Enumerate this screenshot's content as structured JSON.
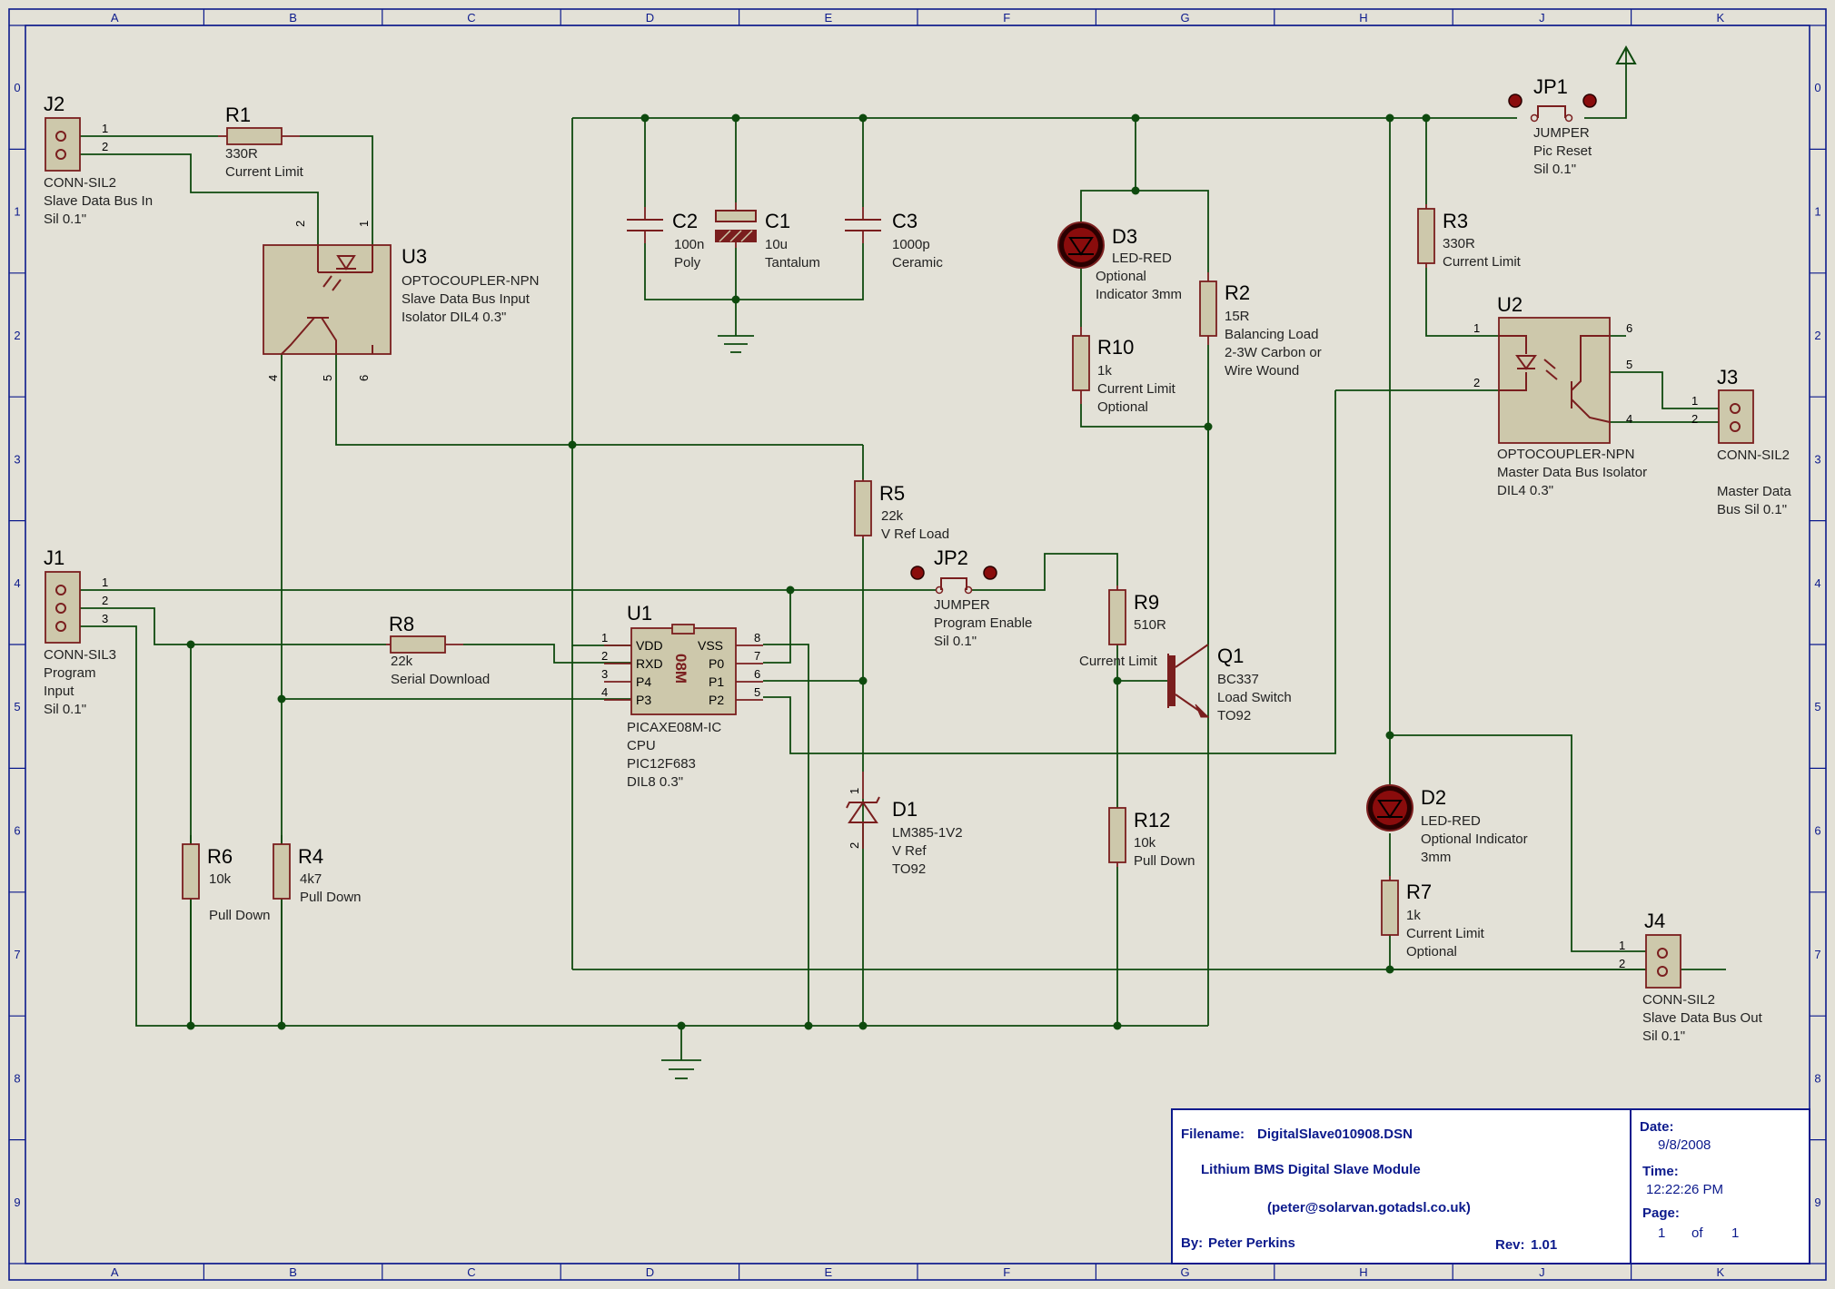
{
  "frame": {
    "columns": [
      "A",
      "B",
      "C",
      "D",
      "E",
      "F",
      "G",
      "H",
      "J",
      "K"
    ],
    "rows": [
      "0",
      "1",
      "2",
      "3",
      "4",
      "5",
      "6",
      "7",
      "8",
      "9"
    ]
  },
  "colors": {
    "wire": "#0e4a0e",
    "component": "#7a1e1e",
    "frame": "#0c1a8c",
    "background": "#e3e1d7"
  },
  "components": {
    "J2": {
      "ref": "J2",
      "pins": [
        "1",
        "2"
      ],
      "lines": [
        "CONN-SIL2",
        "Slave Data Bus In",
        "Sil 0.1\""
      ]
    },
    "R1": {
      "ref": "R1",
      "lines": [
        "330R",
        "Current Limit"
      ]
    },
    "U3": {
      "ref": "U3",
      "pins": [
        "2",
        "1",
        "4",
        "5",
        "6"
      ],
      "lines": [
        "OPTOCOUPLER-NPN",
        "Slave Data Bus Input",
        "Isolator DIL4 0.3\""
      ]
    },
    "C2": {
      "ref": "C2",
      "lines": [
        "100n",
        "Poly"
      ]
    },
    "C1": {
      "ref": "C1",
      "lines": [
        "10u",
        "Tantalum"
      ]
    },
    "C3": {
      "ref": "C3",
      "lines": [
        "1000p",
        "Ceramic"
      ]
    },
    "D3": {
      "ref": "D3",
      "lines": [
        "LED-RED",
        "Optional",
        "Indicator 3mm"
      ]
    },
    "R10": {
      "ref": "R10",
      "lines": [
        "1k",
        "Current Limit",
        "Optional"
      ]
    },
    "R2": {
      "ref": "R2",
      "lines": [
        "15R",
        "Balancing Load",
        "2-3W Carbon or",
        "Wire Wound"
      ]
    },
    "JP1": {
      "ref": "JP1",
      "lines": [
        "JUMPER",
        "Pic Reset",
        "Sil 0.1\""
      ]
    },
    "R3": {
      "ref": "R3",
      "lines": [
        "330R",
        "Current Limit"
      ]
    },
    "U2": {
      "ref": "U2",
      "pins": [
        "1",
        "2",
        "6",
        "5",
        "4"
      ],
      "lines": [
        "OPTOCOUPLER-NPN",
        "Master Data Bus Isolator",
        "DIL4 0.3\""
      ]
    },
    "J3": {
      "ref": "J3",
      "pins": [
        "1",
        "2"
      ],
      "lines": [
        "CONN-SIL2",
        "",
        "Master Data",
        "Bus Sil 0.1\""
      ]
    },
    "R5": {
      "ref": "R5",
      "lines": [
        "22k",
        "V Ref Load"
      ]
    },
    "JP2": {
      "ref": "JP2",
      "lines": [
        "JUMPER",
        "Program Enable",
        "Sil 0.1\""
      ]
    },
    "R9": {
      "ref": "R9",
      "lines": [
        "510R"
      ],
      "extra": "Current Limit"
    },
    "Q1": {
      "ref": "Q1",
      "lines": [
        "BC337",
        "Load Switch",
        "TO92"
      ]
    },
    "J1": {
      "ref": "J1",
      "pins": [
        "1",
        "2",
        "3"
      ],
      "lines": [
        "CONN-SIL3",
        "Program",
        "Input",
        "Sil 0.1\""
      ]
    },
    "R8": {
      "ref": "R8",
      "lines": [
        "22k",
        "Serial Download"
      ]
    },
    "U1": {
      "ref": "U1",
      "marking": "08M",
      "left_pins": [
        {
          "num": "1",
          "name": "VDD"
        },
        {
          "num": "2",
          "name": "RXD"
        },
        {
          "num": "3",
          "name": "P4"
        },
        {
          "num": "4",
          "name": "P3"
        }
      ],
      "right_pins": [
        {
          "num": "8",
          "name": "VSS"
        },
        {
          "num": "7",
          "name": "P0"
        },
        {
          "num": "6",
          "name": "P1"
        },
        {
          "num": "5",
          "name": "P2"
        }
      ],
      "lines": [
        "PICAXE08M-IC",
        "CPU",
        "PIC12F683",
        "DIL8 0.3\""
      ]
    },
    "D1": {
      "ref": "D1",
      "pins": [
        "1",
        "2"
      ],
      "lines": [
        "LM385-1V2",
        "V Ref",
        "TO92"
      ]
    },
    "R12": {
      "ref": "R12",
      "lines": [
        "10k",
        "Pull Down"
      ]
    },
    "R6": {
      "ref": "R6",
      "lines": [
        "10k",
        "",
        "Pull Down"
      ]
    },
    "R4": {
      "ref": "R4",
      "lines": [
        "4k7",
        "Pull Down"
      ]
    },
    "D2": {
      "ref": "D2",
      "lines": [
        "LED-RED",
        "Optional Indicator",
        "3mm"
      ]
    },
    "R7": {
      "ref": "R7",
      "lines": [
        "1k",
        "Current Limit",
        "Optional"
      ]
    },
    "J4": {
      "ref": "J4",
      "pins": [
        "1",
        "2"
      ],
      "lines": [
        "CONN-SIL2",
        "Slave Data Bus Out",
        "Sil 0.1\""
      ]
    }
  },
  "title_block": {
    "filename_label": "Filename:",
    "filename": "DigitalSlave010908.DSN",
    "title": "Lithium BMS Digital Slave Module",
    "email": "(peter@solarvan.gotadsl.co.uk)",
    "by_label": "By:",
    "author": "Peter Perkins",
    "rev_label": "Rev:",
    "rev": "1.01",
    "date_label": "Date:",
    "date": "9/8/2008",
    "time_label": "Time:",
    "time": "12:22:26 PM",
    "page_label": "Page:",
    "page": "1",
    "of_label": "of",
    "pages": "1"
  }
}
